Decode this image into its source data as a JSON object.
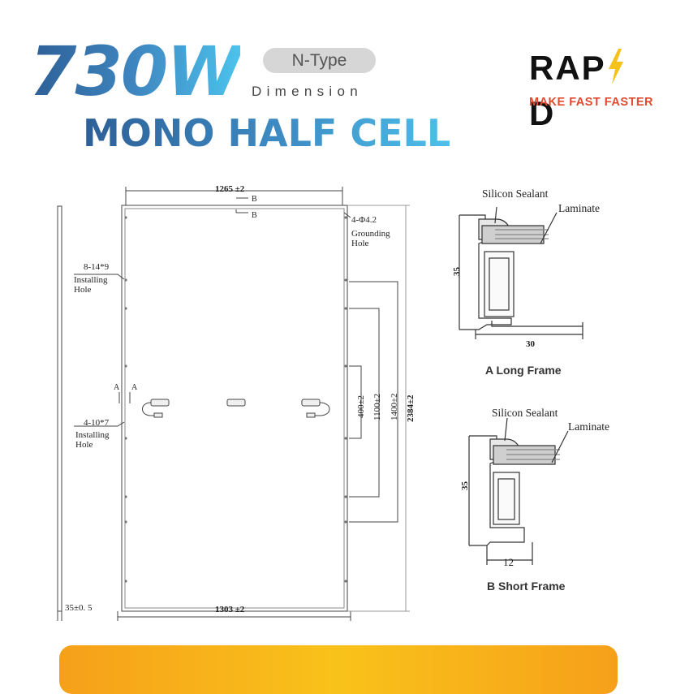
{
  "header": {
    "power": "730W",
    "badge": "N-Type",
    "subtitle": "Dimension",
    "title": "MONO HALF CELL"
  },
  "brand": {
    "name_prefix": "RAP",
    "name_suffix": "D",
    "slogan": "MAKE FAST FASTER",
    "bolt_color": "#f5c21b",
    "slogan_color": "#e04a2f"
  },
  "panel_drawing": {
    "width_top": "1265 ±2",
    "width_bottom": "1303 ±2",
    "section_b_top": "B",
    "section_b_bottom": "B",
    "section_a_left": "A",
    "section_a_right": "A",
    "grounding_line1": "4-Φ4.2",
    "grounding_line2": "Grounding",
    "grounding_line3": "Hole",
    "installing1_line1": "8-14*9",
    "installing1_line2": "Installing",
    "installing1_line3": "Hole",
    "installing2_line1": "4-10*7",
    "installing2_line2": "Installing",
    "installing2_line3": "Hole",
    "dim_400": "400±2",
    "dim_1100": "1100±2",
    "dim_1400": "1400±2",
    "dim_2384": "2384±2",
    "thickness": "35±0. 5"
  },
  "long_frame": {
    "sealant": "Silicon Sealant",
    "laminate": "Laminate",
    "height": "35",
    "width": "30",
    "caption": "A Long Frame"
  },
  "short_frame": {
    "sealant": "Silicon Sealant",
    "laminate": "Laminate",
    "height": "35",
    "width": "12",
    "caption": "B Short Frame"
  },
  "colors": {
    "title_gradient_start": "#2d5f96",
    "title_gradient_end": "#4cc3ec",
    "bar_orange": "#f6a01a",
    "bar_yellow": "#f9c21a"
  }
}
